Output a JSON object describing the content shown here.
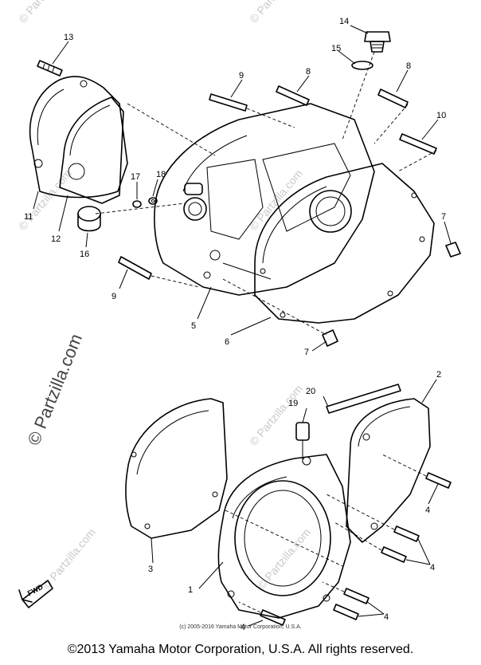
{
  "watermark": {
    "vertical": "© Partzilla.com",
    "tile": "© Partzilla.com"
  },
  "callouts": [
    "1",
    "2",
    "3",
    "4",
    "4",
    "4",
    "4",
    "5",
    "6",
    "7",
    "7",
    "8",
    "8",
    "9",
    "9",
    "10",
    "11",
    "12",
    "13",
    "14",
    "15",
    "16",
    "17",
    "18",
    "19",
    "20"
  ],
  "fwd_label": "FWD",
  "credit_small": "(c) 2005-2016 Yamaha Motor Corporation, U.S.A.",
  "copyright": "©2013 Yamaha Motor Corporation, U.S.A. All rights reserved."
}
